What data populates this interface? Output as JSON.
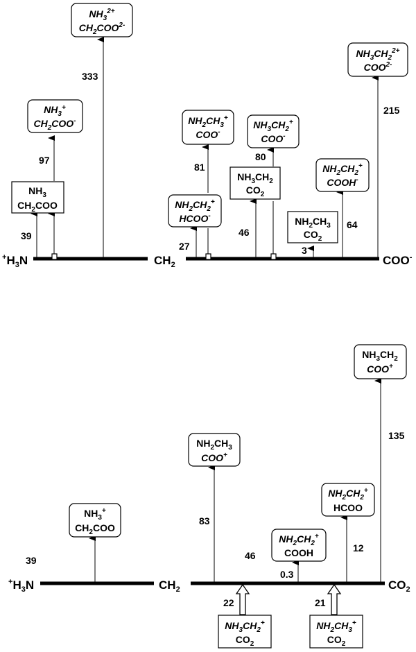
{
  "top": {
    "axis_labels": {
      "left": [
        "+",
        "H",
        "3",
        "N"
      ],
      "middle": "CH2",
      "right": "COO-"
    },
    "values": {
      "v39": "39",
      "v97": "97",
      "v333": "333",
      "v27": "27",
      "v81": "81",
      "v46": "46",
      "v80": "80",
      "v3": "3",
      "v64": "64",
      "v215": "215"
    },
    "boxes": {
      "nh3_ch2coo": [
        "NH3",
        "CH2COO"
      ],
      "nh3p_ch2coom": [
        "NH3+",
        "CH2COO-"
      ],
      "nh3_2p_ch2coo_2m": [
        "NH32+",
        "CH2COO2-"
      ],
      "nh2ch2p_hcoom": [
        "NH2CH2+",
        "HCOO-"
      ],
      "nh2ch3p_coom": [
        "NH2CH3+",
        "COO-"
      ],
      "nh3ch2_co2": [
        "NH3CH2",
        "CO2"
      ],
      "nh3ch2p_coom": [
        "NH3CH2+",
        "COO-"
      ],
      "nh2ch3_co2": [
        "NH2CH3",
        "CO2"
      ],
      "nh2ch2p_coohm": [
        "NH2CH2+",
        "COOH-"
      ],
      "nh3ch2_2p_coo_2m": [
        "NH3CH22+",
        "COO2-"
      ]
    }
  },
  "bottom": {
    "axis_labels": {
      "left": [
        "+",
        "H",
        "3",
        "N"
      ],
      "middle": "CH2",
      "right": "CO2"
    },
    "values": {
      "v39": "39",
      "v83": "83",
      "v46": "46",
      "v0_3": "0.3",
      "v12": "12",
      "v135": "135",
      "v22": "22",
      "v21": "21"
    },
    "boxes": {
      "nh3p_ch2coo": [
        "NH3+",
        "CH2COO"
      ],
      "nh2ch3_coop": [
        "NH2CH3",
        "COO+"
      ],
      "nh2ch2p_cooh": [
        "NH2CH2+",
        "COOH"
      ],
      "nh2ch2p_hcoo": [
        "NH2CH2+",
        "HCOO"
      ],
      "nh3ch2_coop": [
        "NH3CH2",
        "COO+"
      ],
      "nh3ch2p_co2": [
        "NH3CH2+",
        "CO2"
      ],
      "nh2ch3p_co2": [
        "NH2CH3+",
        "CO2"
      ]
    }
  }
}
